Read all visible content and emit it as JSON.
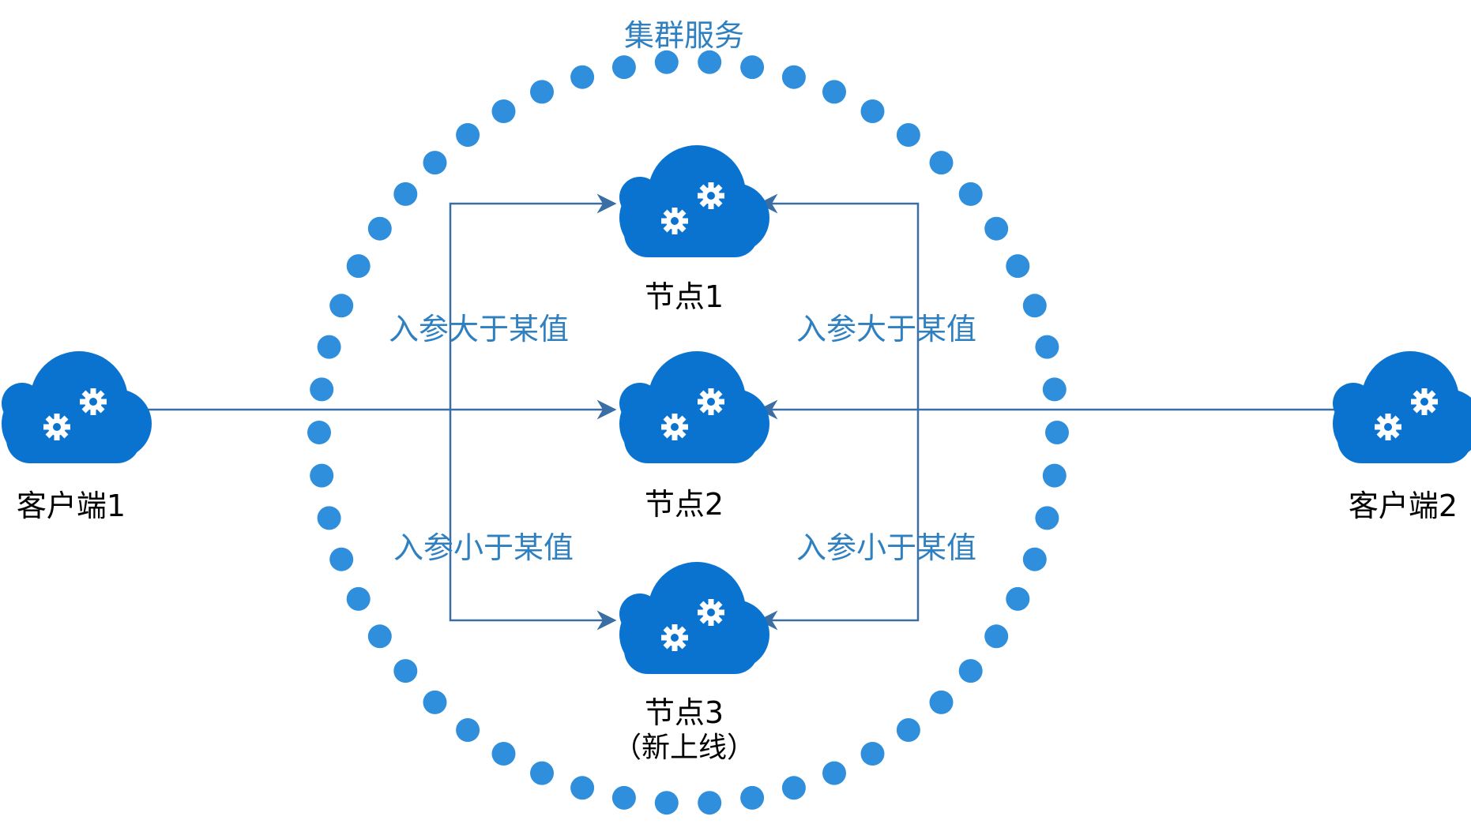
{
  "cluster": {
    "title": "集群服务",
    "dot_color": "#2f8fdc"
  },
  "clients": {
    "left": {
      "label": "客户端1"
    },
    "right": {
      "label": "客户端2"
    }
  },
  "nodes": {
    "node1": {
      "label": "节点1"
    },
    "node2": {
      "label": "节点2"
    },
    "node3": {
      "label": "节点3",
      "sublabel": "（新上线）"
    }
  },
  "conditions": {
    "left_top": "入参大于某值",
    "right_top": "入参大于某值",
    "left_bottom": "入参小于某值",
    "right_bottom": "入参小于某值"
  },
  "colors": {
    "cloud": "#0a73cf",
    "line": "#3a6ea5",
    "label_blue": "#2f80c0"
  },
  "icons": {
    "node": "cloud-gear-icon",
    "client": "cloud-gear-icon"
  }
}
